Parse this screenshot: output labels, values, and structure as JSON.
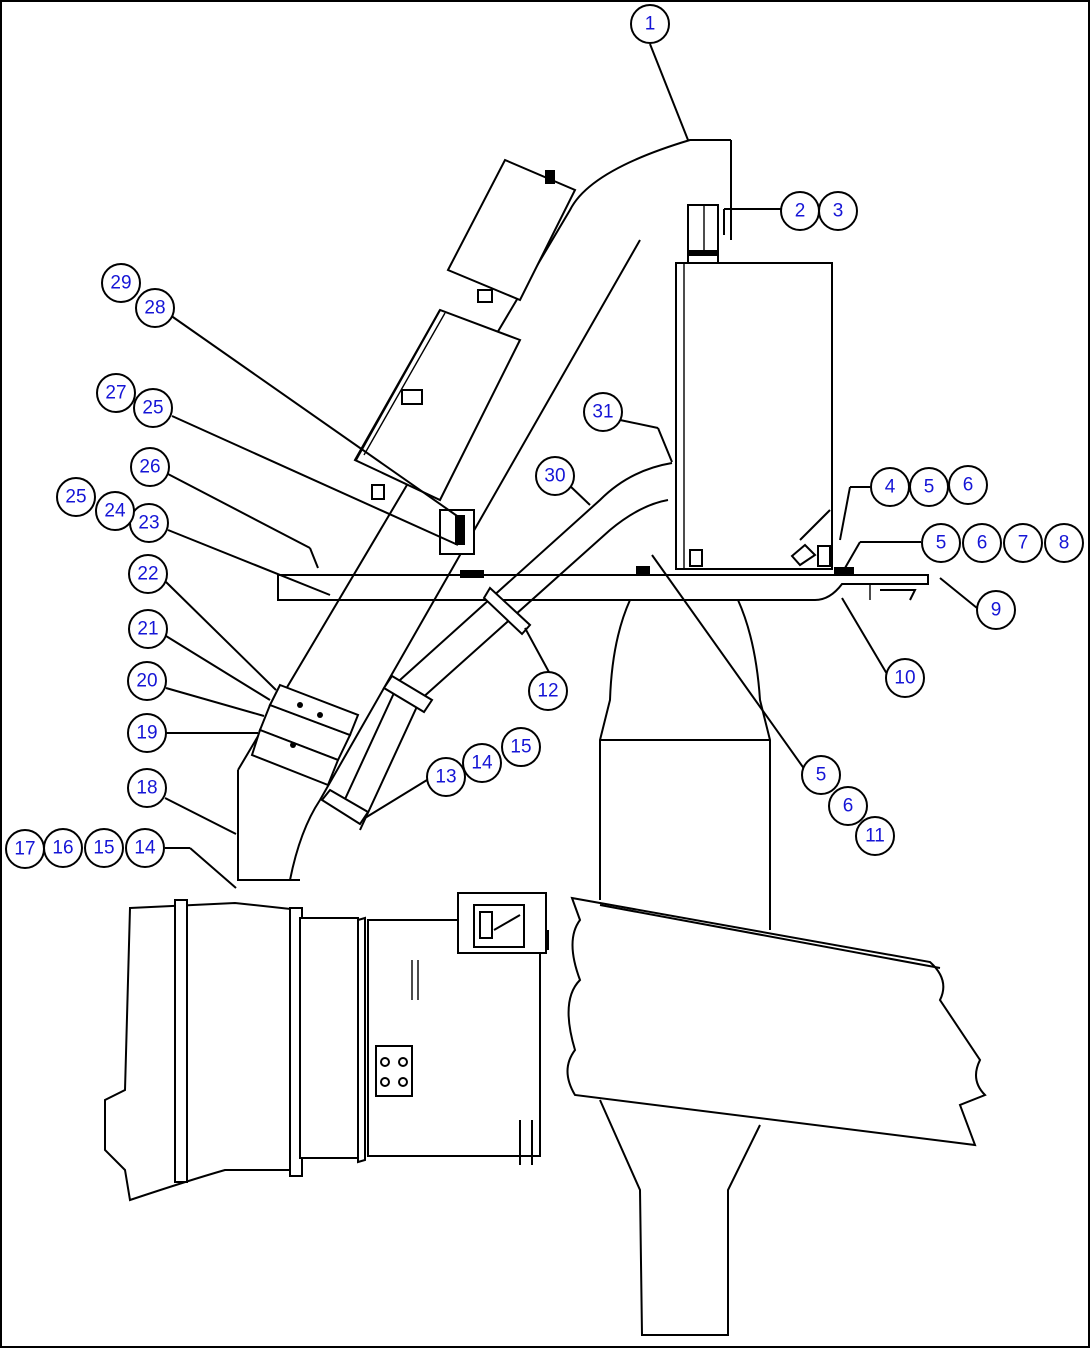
{
  "diagram": {
    "callouts": [
      {
        "id": "c1",
        "label": "1"
      },
      {
        "id": "c2",
        "label": "2"
      },
      {
        "id": "c3",
        "label": "3"
      },
      {
        "id": "c4",
        "label": "4"
      },
      {
        "id": "c5a",
        "label": "5"
      },
      {
        "id": "c6a",
        "label": "6"
      },
      {
        "id": "c5b",
        "label": "5"
      },
      {
        "id": "c6b",
        "label": "6"
      },
      {
        "id": "c7",
        "label": "7"
      },
      {
        "id": "c8",
        "label": "8"
      },
      {
        "id": "c9",
        "label": "9"
      },
      {
        "id": "c10",
        "label": "10"
      },
      {
        "id": "c5c",
        "label": "5"
      },
      {
        "id": "c6c",
        "label": "6"
      },
      {
        "id": "c11",
        "label": "11"
      },
      {
        "id": "c12",
        "label": "12"
      },
      {
        "id": "c13",
        "label": "13"
      },
      {
        "id": "c14a",
        "label": "14"
      },
      {
        "id": "c15a",
        "label": "15"
      },
      {
        "id": "c14b",
        "label": "14"
      },
      {
        "id": "c15b",
        "label": "15"
      },
      {
        "id": "c16",
        "label": "16"
      },
      {
        "id": "c17",
        "label": "17"
      },
      {
        "id": "c18",
        "label": "18"
      },
      {
        "id": "c19",
        "label": "19"
      },
      {
        "id": "c20",
        "label": "20"
      },
      {
        "id": "c21",
        "label": "21"
      },
      {
        "id": "c22",
        "label": "22"
      },
      {
        "id": "c23",
        "label": "23"
      },
      {
        "id": "c24",
        "label": "24"
      },
      {
        "id": "c25a",
        "label": "25"
      },
      {
        "id": "c26",
        "label": "26"
      },
      {
        "id": "c25b",
        "label": "25"
      },
      {
        "id": "c27",
        "label": "27"
      },
      {
        "id": "c28",
        "label": "28"
      },
      {
        "id": "c29",
        "label": "29"
      },
      {
        "id": "c30",
        "label": "30"
      },
      {
        "id": "c31",
        "label": "31"
      }
    ]
  }
}
